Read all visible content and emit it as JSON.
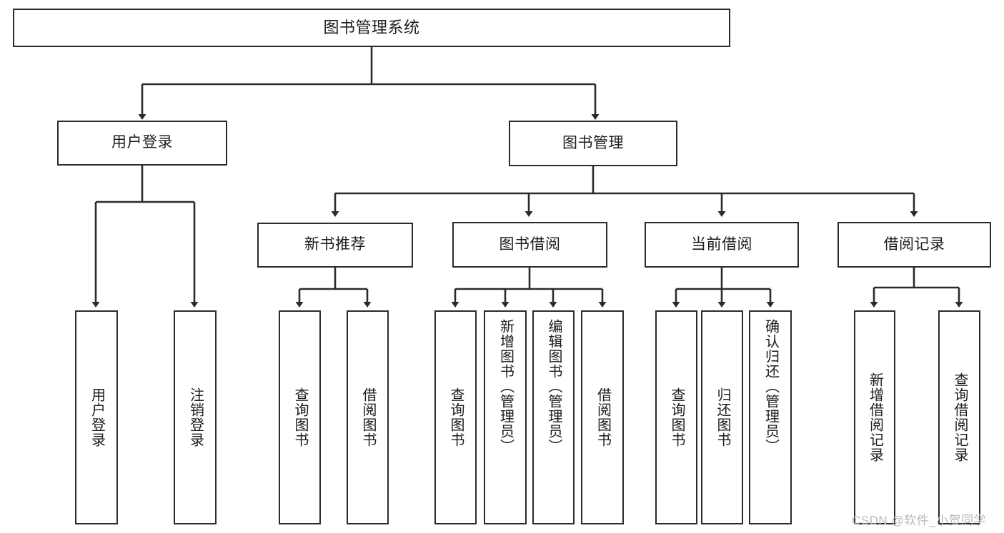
{
  "diagram": {
    "title": "图书管理系统",
    "type": "hierarchy-tree",
    "levels": {
      "root": {
        "label": "图书管理系统"
      },
      "level2": [
        {
          "label": "用户登录"
        },
        {
          "label": "图书管理"
        }
      ],
      "level3": [
        {
          "label": "新书推荐"
        },
        {
          "label": "图书借阅"
        },
        {
          "label": "当前借阅"
        },
        {
          "label": "借阅记录"
        }
      ],
      "leaves_user_login": [
        {
          "label": "用户登录"
        },
        {
          "label": "注销登录"
        }
      ],
      "leaves_new_book": [
        {
          "label": "查询图书"
        },
        {
          "label": "借阅图书"
        }
      ],
      "leaves_book_borrow": [
        {
          "label": "查询图书"
        },
        {
          "label": "新增图书（管理员）"
        },
        {
          "label": "编辑图书（管理员）"
        },
        {
          "label": "借阅图书"
        }
      ],
      "leaves_current_borrow": [
        {
          "label": "查询图书"
        },
        {
          "label": "归还图书"
        },
        {
          "label": "确认归还（管理员）"
        }
      ],
      "leaves_borrow_record": [
        {
          "label": "新增借阅记录"
        },
        {
          "label": "查询借阅记录"
        }
      ]
    }
  },
  "watermark": {
    "text": "CSDN @软件_小贺同学"
  },
  "colors": {
    "stroke": "#2b2b2b",
    "fill": "#ffffff",
    "text": "#1c1c1c",
    "watermark": "#b9b9b9"
  }
}
